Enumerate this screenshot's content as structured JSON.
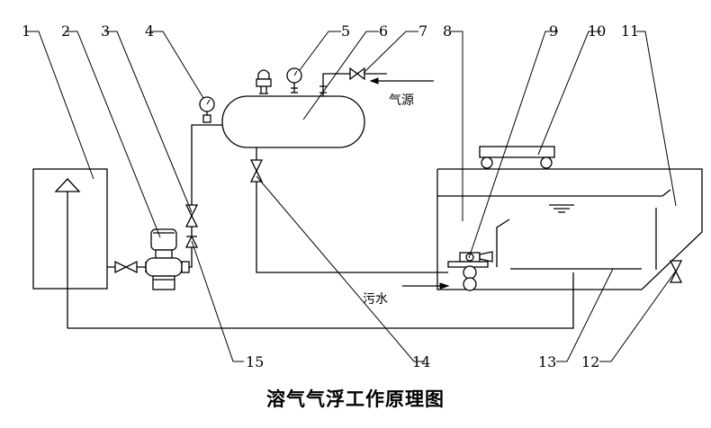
{
  "caption": "溶气气浮工作原理图",
  "labels": {
    "air_source": "气源",
    "raw_water": "污水"
  },
  "numbers": [
    "1",
    "2",
    "3",
    "4",
    "5",
    "6",
    "7",
    "8",
    "9",
    "10",
    "11",
    "12",
    "13",
    "14",
    "15"
  ]
}
